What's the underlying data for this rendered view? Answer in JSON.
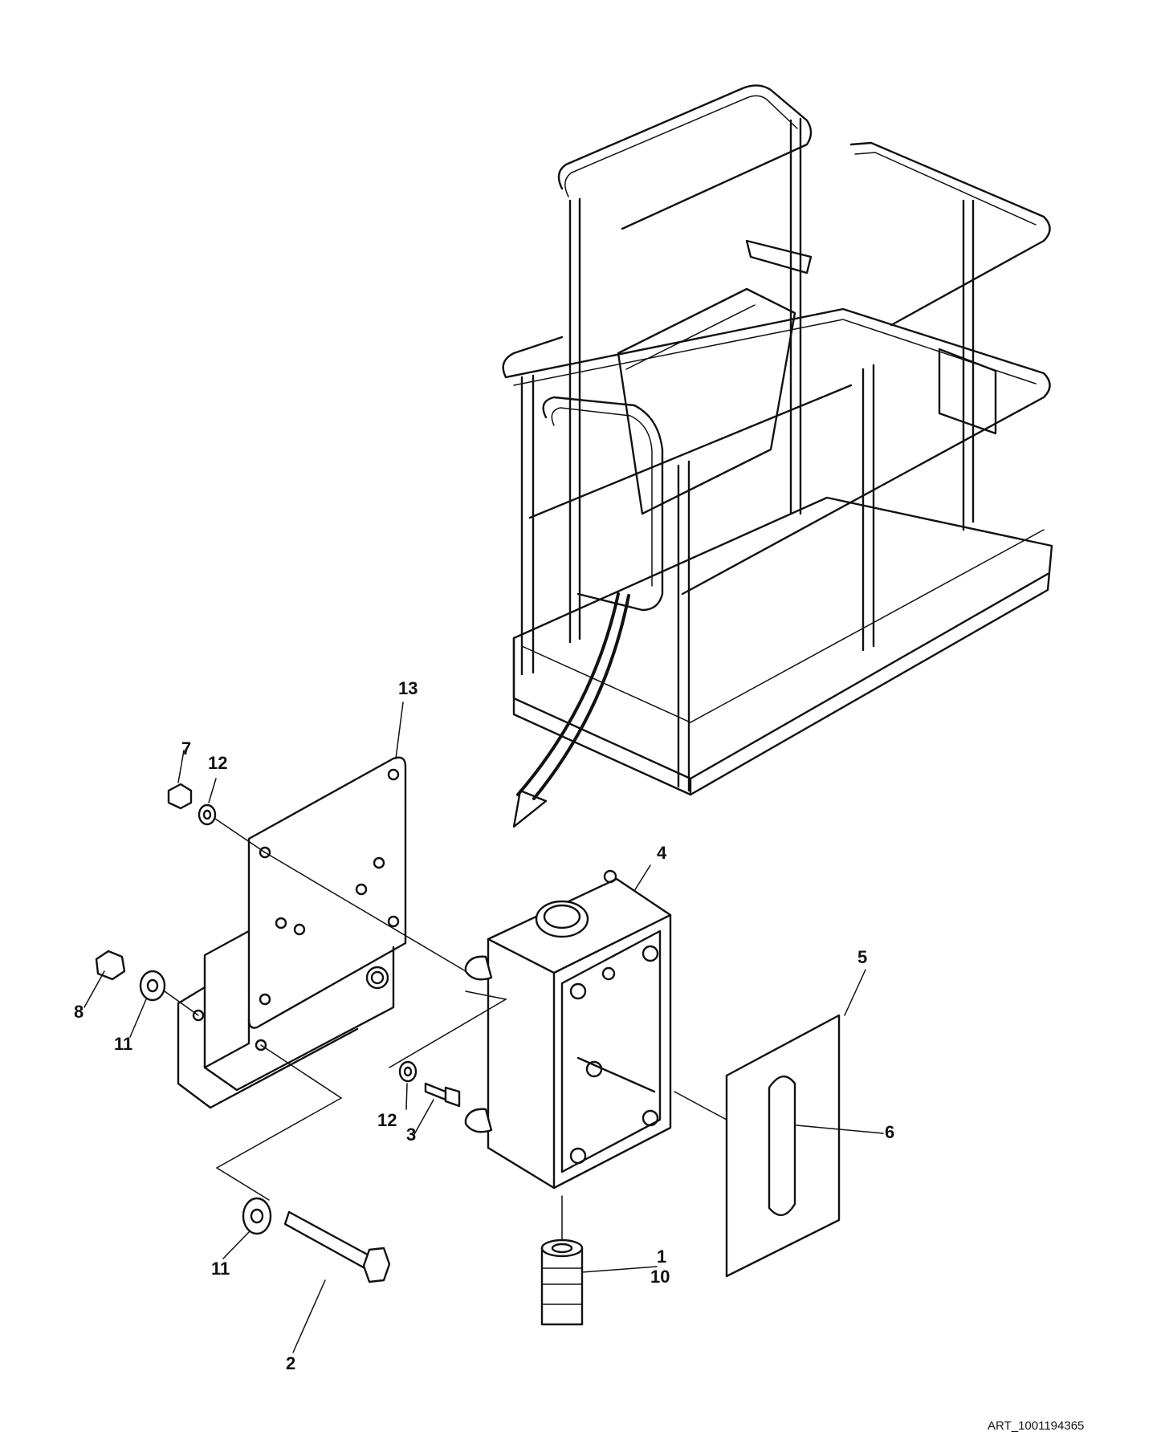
{
  "callouts": {
    "c1": "1",
    "c2": "2",
    "c3": "3",
    "c4": "4",
    "c5": "5",
    "c6": "6",
    "c7": "7",
    "c8": "8",
    "c10": "10",
    "c11a": "11",
    "c11b": "11",
    "c12a": "12",
    "c12b": "12",
    "c13": "13"
  },
  "art_id": "ART_1001194365"
}
